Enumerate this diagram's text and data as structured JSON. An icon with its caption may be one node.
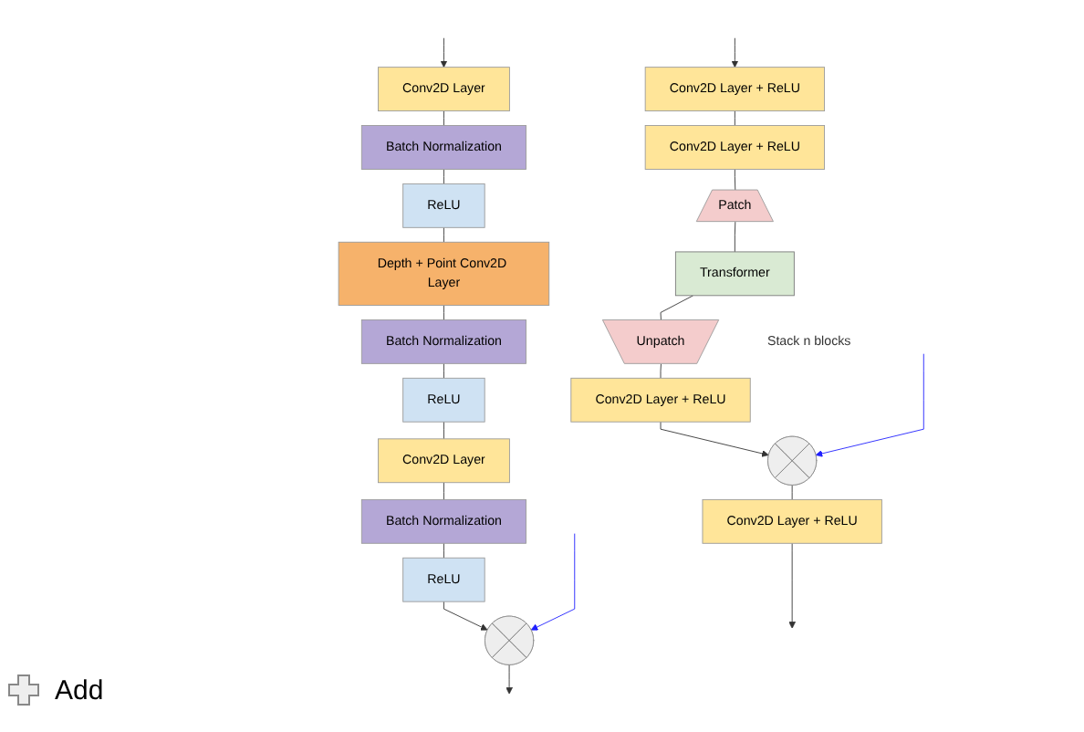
{
  "diagram": {
    "nodes": [
      {
        "text": [
          "Conv2D Layer"
        ]
      },
      {
        "text": [
          "Batch Normalization"
        ]
      },
      {
        "text": [
          "ReLU"
        ]
      },
      {
        "text": [
          "Depth + Point Conv2D Layer"
        ]
      },
      {
        "text": [
          "Batch Normalization"
        ]
      },
      {
        "text": [
          "ReLU"
        ]
      },
      {
        "text": [
          "Conv2D Layer"
        ]
      },
      {
        "text": [
          "Batch Normalization"
        ]
      },
      {
        "text": [
          "ReLU"
        ]
      },
      {
        "text": [],
        "shape": "cross"
      },
      {
        "text": [
          "Conv2D Layer + ReLU"
        ]
      },
      {
        "text": [
          "Conv2D Layer + ReLU"
        ]
      },
      {
        "text": [
          "Patch"
        ]
      },
      {
        "text": [
          "Transformer"
        ],
        "beside": [
          "Stack n blocks"
        ]
      },
      {
        "text": [
          "Unpatch"
        ]
      },
      {
        "text": [
          "Conv2D Layer + ReLU"
        ]
      },
      {
        "text": [],
        "shape": "cross"
      },
      {
        "text": [
          "Conv2D Layer + ReLU"
        ]
      }
    ],
    "edges": [
      {
        "from": null,
        "to": 0,
        "arrow": "to"
      },
      {
        "from": 0,
        "to": 1,
        "arrow": "none"
      },
      {
        "from": 1,
        "to": 2,
        "arrow": "none"
      },
      {
        "from": 2,
        "to": 3,
        "arrow": "none"
      },
      {
        "from": 3,
        "to": 4,
        "arrow": "none"
      },
      {
        "from": 4,
        "to": 5,
        "arrow": "none"
      },
      {
        "from": 5,
        "to": 6,
        "arrow": "none"
      },
      {
        "from": 6,
        "to": 7,
        "arrow": "none"
      },
      {
        "from": 7,
        "to": 8,
        "arrow": "none"
      },
      {
        "from": 8,
        "to": 9,
        "arrow": "to"
      },
      {
        "from": null,
        "to": 9,
        "arrow": "to",
        "color": "#1f1fff"
      },
      {
        "from": 9,
        "to": null,
        "arrow": "to"
      },
      {
        "from": null,
        "to": 10,
        "arrow": "to"
      },
      {
        "from": 10,
        "to": 11,
        "arrow": "none"
      },
      {
        "from": 11,
        "to": 12,
        "arrow": "none"
      },
      {
        "from": 12,
        "to": 13,
        "arrow": "none"
      },
      {
        "from": 13,
        "to": 14,
        "arrow": "none"
      },
      {
        "from": 14,
        "to": 15,
        "arrow": "none"
      },
      {
        "from": 15,
        "to": 16,
        "arrow": "to"
      },
      {
        "from": null,
        "to": 16,
        "arrow": "to",
        "color": "#1f1fff"
      },
      {
        "from": 16,
        "to": 17,
        "arrow": "none"
      },
      {
        "from": 17,
        "to": null,
        "arrow": "to"
      }
    ],
    "legend": [
      {
        "text": "Add"
      }
    ]
  }
}
